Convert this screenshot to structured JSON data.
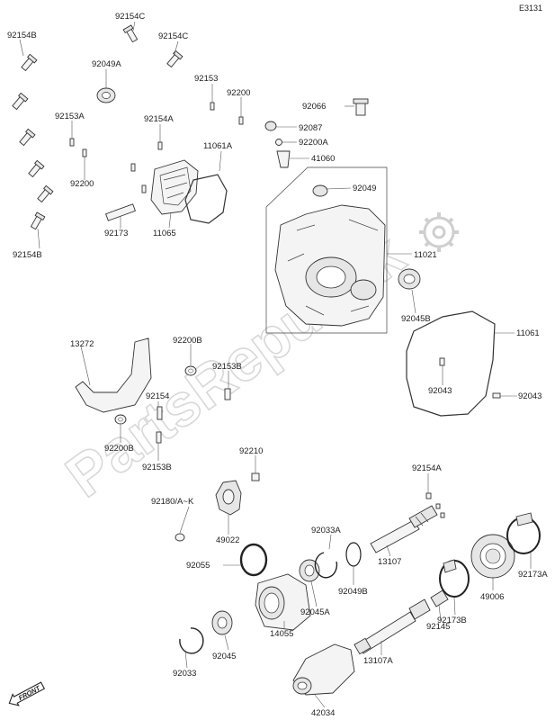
{
  "diagram_code": "E3131",
  "watermark": "PartsRepublik",
  "front_badge": "FRONT",
  "labels": {
    "p92154B_top": "92154B",
    "p92154C_a": "92154C",
    "p92154C_b": "92154C",
    "p92049A": "92049A",
    "p92153": "92153",
    "p92200_a": "92200",
    "p92066": "92066",
    "p92153A": "92153A",
    "p92154A_a": "92154A",
    "p92087": "92087",
    "p92200A": "92200A",
    "p11061A": "11061A",
    "p41060": "41060",
    "p92049": "92049",
    "p92200_b": "92200",
    "p11065": "11065",
    "p92173": "92173",
    "p11021": "11021",
    "p92154B_bottom": "92154B",
    "p92045B": "92045B",
    "p11061": "11061",
    "p13272": "13272",
    "p92200B_a": "92200B",
    "p92153B_a": "92153B",
    "p92043_a": "92043",
    "p92043_b": "92043",
    "p92154": "92154",
    "p92200B_b": "92200B",
    "p92153B_b": "92153B",
    "p92210": "92210",
    "p92154A_b": "92154A",
    "p92180": "92180/A~K",
    "p49022": "49022",
    "p92033A": "92033A",
    "p13107": "13107",
    "p92173A": "92173A",
    "p92055": "92055",
    "p92049B": "92049B",
    "p49006": "49006",
    "p92045A": "92045A",
    "p14055": "14055",
    "p92173B": "92173B",
    "p92145": "92145",
    "p92045": "92045",
    "p92033": "92033",
    "p13107A": "13107A",
    "p42034": "42034"
  }
}
